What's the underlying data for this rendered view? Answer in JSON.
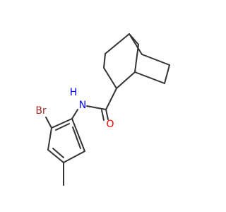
{
  "molecule": {
    "atom_labels": {
      "bromine": "Br",
      "amide_nitrogen": "N",
      "amide_hydrogen": "H",
      "carbonyl_oxygen": "O"
    },
    "colors": {
      "bond": "#333333",
      "bromine": "#a52a2a",
      "nitrogen": "#0000ff",
      "oxygen": "#ff0000"
    }
  }
}
